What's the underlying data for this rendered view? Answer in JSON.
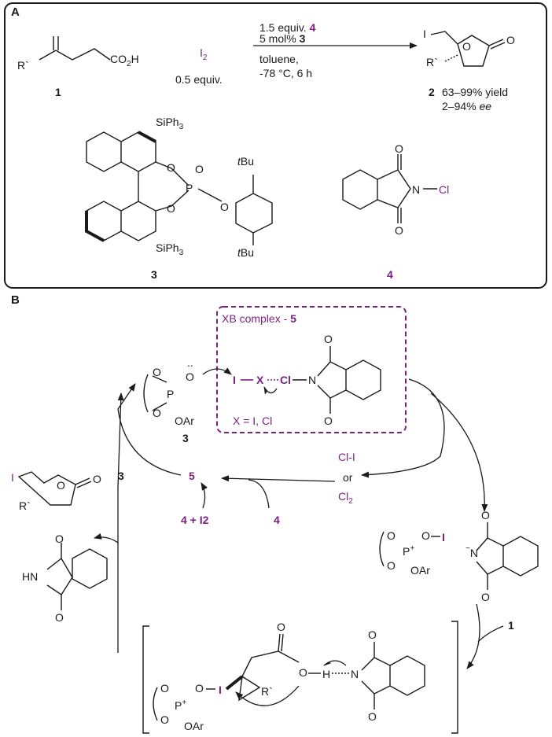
{
  "panel_a": {
    "label": "A",
    "substrate": {
      "number": "1",
      "r_group": "R`",
      "acid": "CO2H"
    },
    "reagent": {
      "formula": "I2",
      "equiv": "0.5 equiv."
    },
    "conditions": {
      "line1_amount": "1.5 equiv.",
      "line1_cmp": "4",
      "line2_amount": "5 mol%",
      "line2_cmp": "3",
      "solvent": "toluene,",
      "temp_time": "-78 °C, 6 h"
    },
    "product": {
      "number": "2",
      "yield": "63–99% yield",
      "ee_value": "2–94%",
      "ee_unit": "ee",
      "iodo": "I",
      "r_group": "R`"
    },
    "catalyst": {
      "number": "3",
      "si_top": "SiPh3",
      "si_bottom": "SiPh3",
      "tbu_top": "tBu",
      "tbu_bottom": "tBu"
    },
    "nchloro": {
      "number": "4",
      "cl": "Cl"
    }
  },
  "panel_b": {
    "label": "B",
    "xb_box_title": "XB complex -",
    "xb_box_num": "5",
    "x_note": "X = I, Cl",
    "catalyst_num": "3",
    "cycle_catalyst": "3",
    "cycle_complex": "5",
    "cycle_reagents": "4 + I2",
    "cycle_reagent4": "4",
    "byproduct_top": "Cl-I",
    "byproduct_or": "or",
    "byproduct_bottom": "Cl2",
    "substrate_in": "1",
    "iodo_label": "I",
    "chain": {
      "iodine": "I",
      "x": "X",
      "chlorine": "Cl"
    },
    "r_group": "R`",
    "oar": "OAr"
  },
  "colors": {
    "purple": "#7a1f7e",
    "ink": "#1a1a1a"
  }
}
